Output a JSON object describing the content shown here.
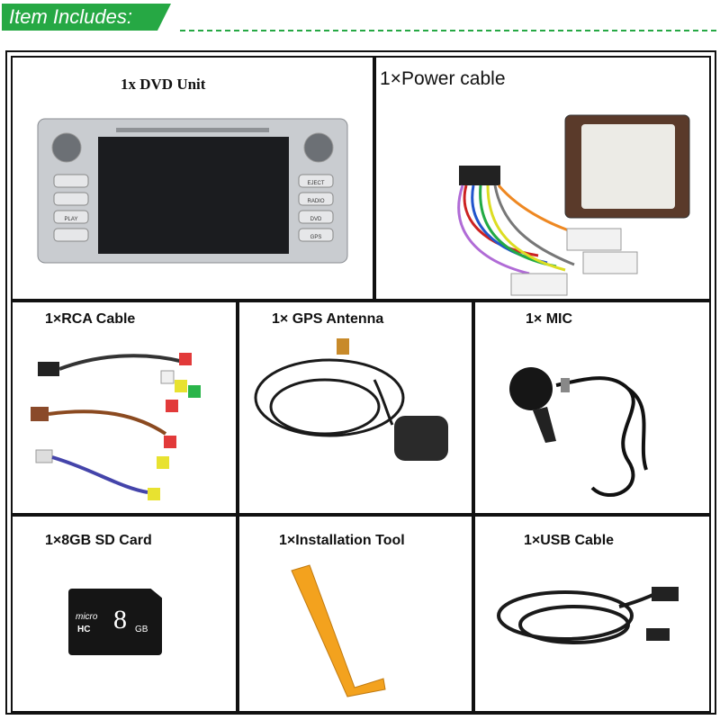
{
  "header": {
    "title": "Item Includes:"
  },
  "items": [
    {
      "label": "1x DVD Unit",
      "icon": "dvd-unit-icon"
    },
    {
      "label": "1×Power cable",
      "icon": "power-cable-icon"
    },
    {
      "label": "1×RCA Cable",
      "icon": "rca-cable-icon"
    },
    {
      "label": "1× GPS Antenna",
      "icon": "gps-antenna-icon"
    },
    {
      "label": "1× MIC",
      "icon": "mic-icon"
    },
    {
      "label": "1×8GB SD Card",
      "icon": "sd-card-icon"
    },
    {
      "label": "1×Installation Tool",
      "icon": "installation-tool-icon"
    },
    {
      "label": "1×USB Cable",
      "icon": "usb-cable-icon"
    }
  ],
  "sd_card": {
    "brand": "micro",
    "sub": "HC",
    "capacity": "8",
    "unit": "GB"
  },
  "dvd_buttons": [
    "EJECT",
    "RADIO",
    "DVD",
    "GPS",
    "PLAY"
  ],
  "colors": {
    "accent": "#26a844",
    "border": "#111111",
    "tool": "#f3a21e"
  }
}
